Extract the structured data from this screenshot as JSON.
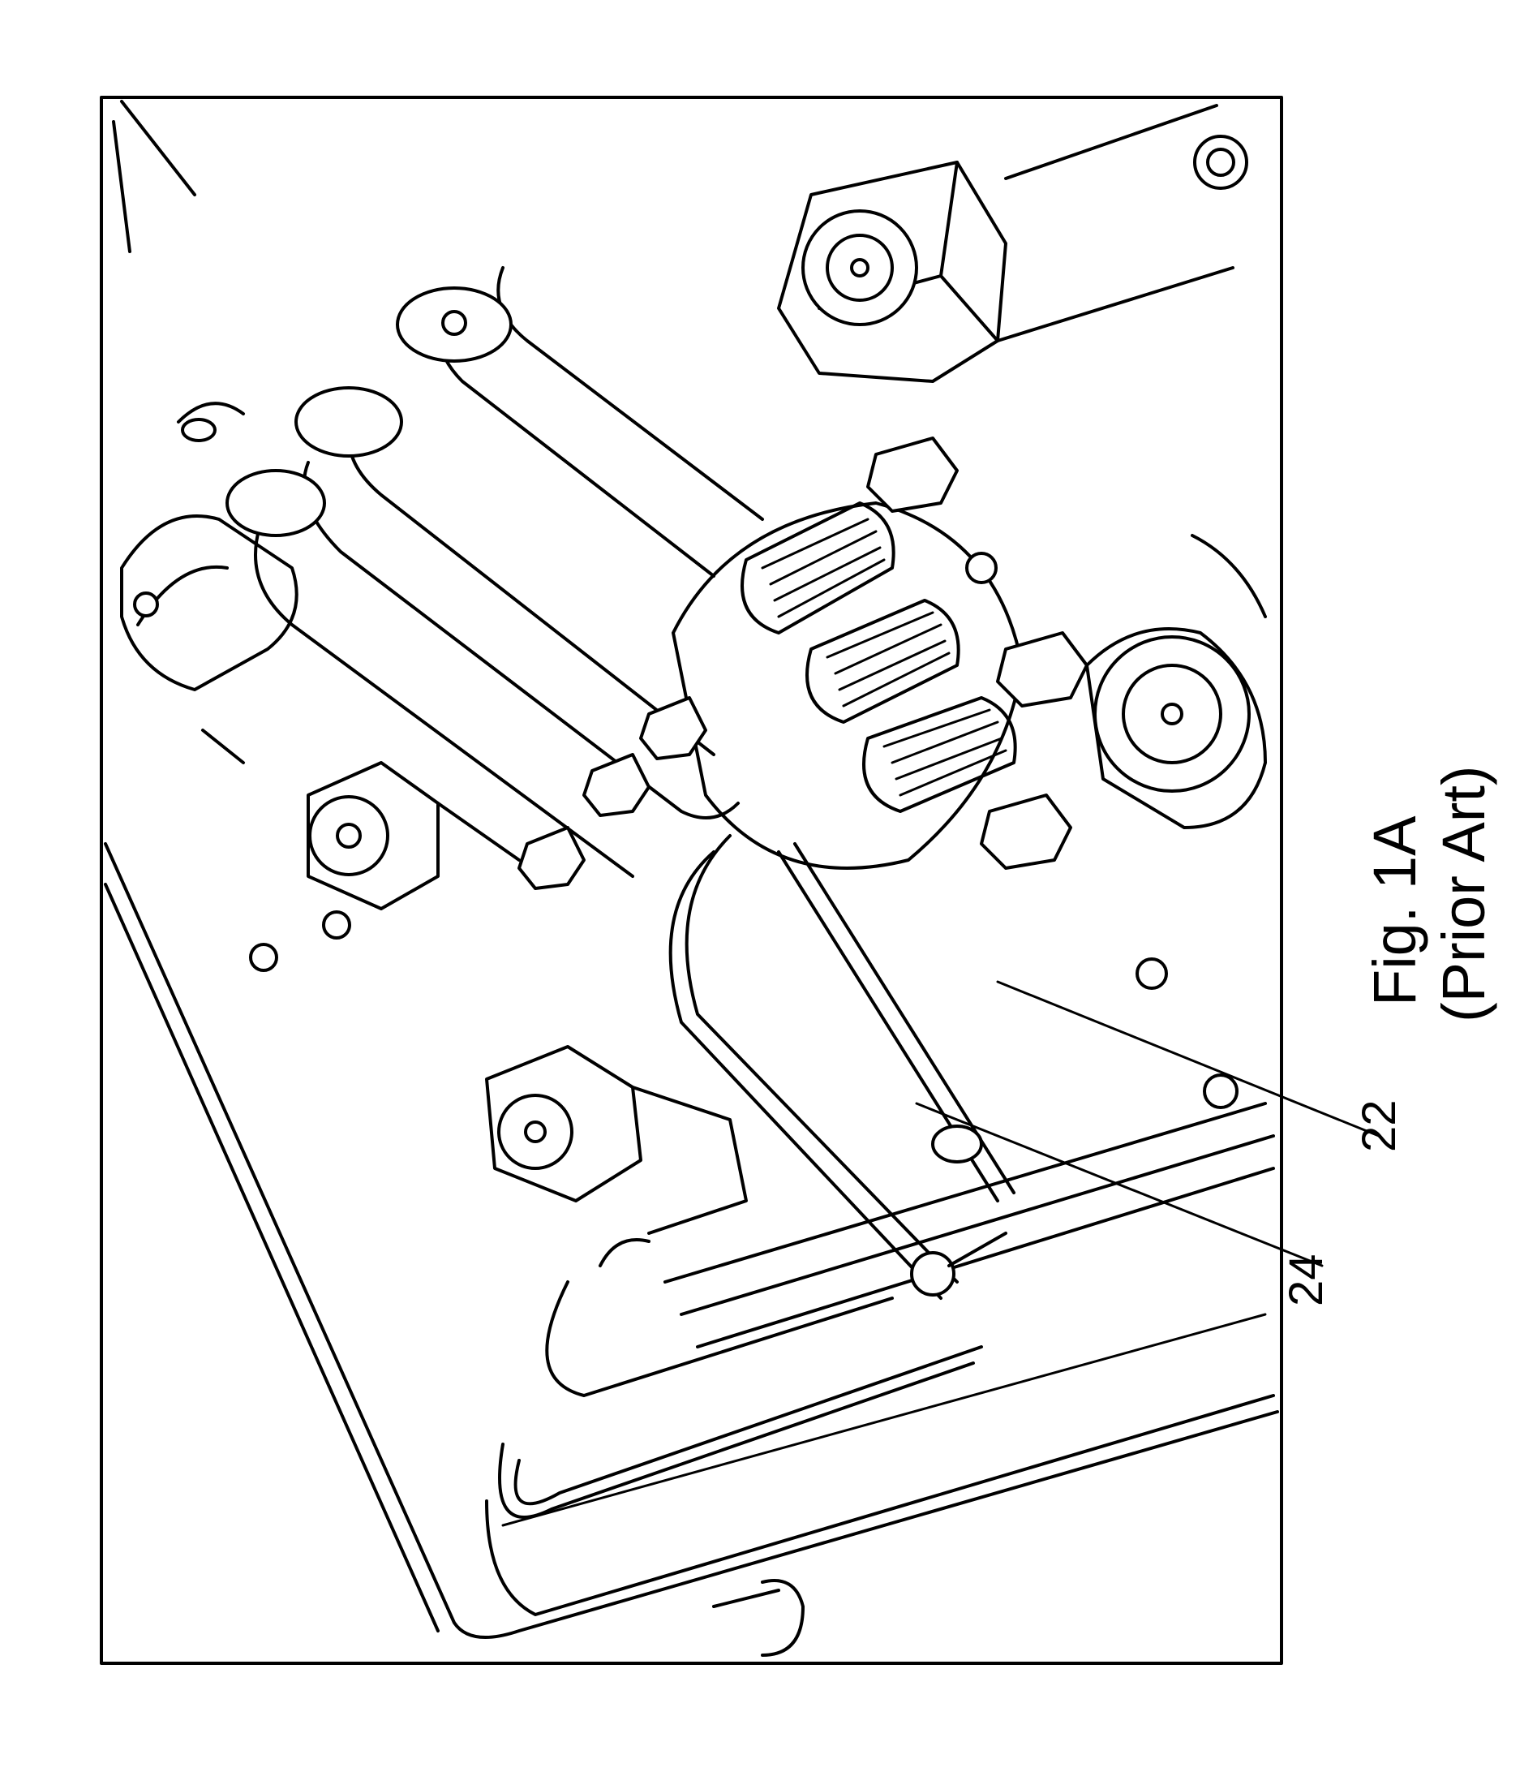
{
  "figure": {
    "caption_line1": "Fig. 1A",
    "caption_line2": "(Prior Art)"
  },
  "reference_labels": [
    {
      "id": "22",
      "text": "22"
    },
    {
      "id": "24",
      "text": "24"
    }
  ]
}
